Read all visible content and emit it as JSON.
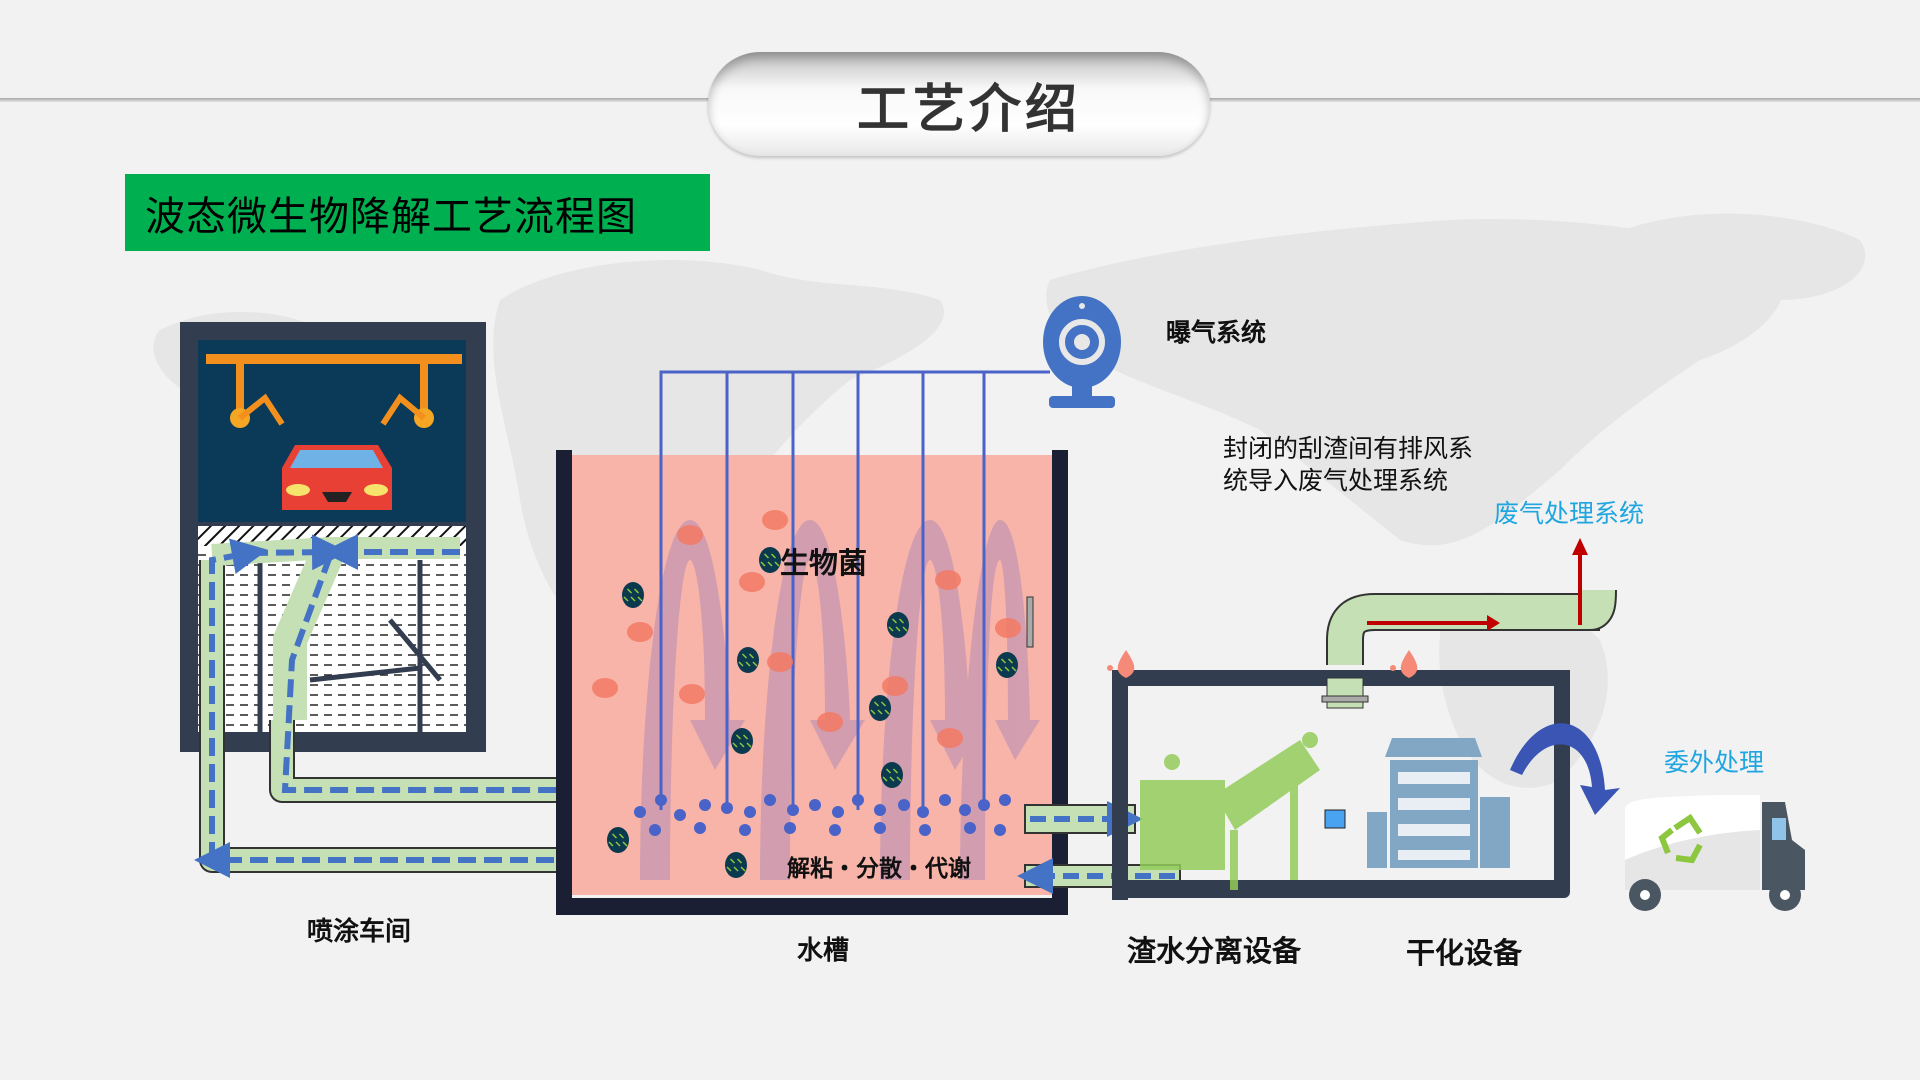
{
  "page": {
    "title": "工艺介绍",
    "subtitle": "波态微生物降解工艺流程图"
  },
  "labels": {
    "aeration_system": "曝气系统",
    "exhaust_note_line1": "封闭的刮渣间有排风系",
    "exhaust_note_line2": "统导入废气处理系统",
    "exhaust_treatment": "废气处理系统",
    "outsourced_treatment": "委外处理",
    "bacteria": "生物菌",
    "process_steps": "解粘・分散・代谢",
    "paint_workshop": "喷涂车间",
    "water_tank": "水槽",
    "separation_equipment": "渣水分离设备",
    "drying_equipment": "干化设备"
  },
  "colors": {
    "banner_green": "#00b050",
    "tank_fill": "#f8b4a8",
    "frame_dark": "#333d50",
    "air_pipe_blue": "#4a63c8",
    "pipe_green": "#c5e0b4",
    "flow_arrow_blue": "#4472c4",
    "exhaust_arrow_red": "#c00000",
    "label_cyan": "#1fa6e0",
    "car_red": "#e84034",
    "booth_navy": "#0b3a58",
    "robot_orange": "#f3901d"
  }
}
